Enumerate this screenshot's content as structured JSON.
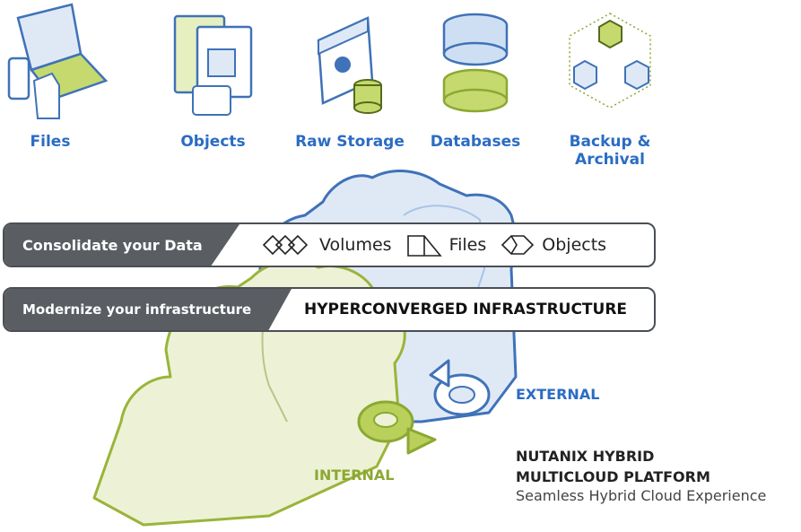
{
  "icons": [
    {
      "label": "Files",
      "icon": "laptop-files-icon"
    },
    {
      "label": "Objects",
      "icon": "window-objects-icon"
    },
    {
      "label": "Raw Storage",
      "icon": "raw-storage-icon"
    },
    {
      "label": "Databases",
      "icon": "database-icon"
    },
    {
      "label": "Backup &\nArchival",
      "icon": "backup-cubes-icon"
    }
  ],
  "consolidate": {
    "label": "Consolidate your Data",
    "items": [
      {
        "label": "Volumes",
        "icon": "volumes-icon"
      },
      {
        "label": "Files",
        "icon": "files-icon"
      },
      {
        "label": "Objects",
        "icon": "objects-icon"
      }
    ]
  },
  "modernize": {
    "label": "Modernize your infrastructure",
    "value": "HYPERCONVERGED INFRASTRUCTURE"
  },
  "external_label": "EXTERNAL",
  "internal_label": "INTERNAL",
  "platform": {
    "title_line1": "NUTANIX HYBRID",
    "title_line2": "MULTICLOUD PLATFORM",
    "subtitle": "Seamless Hybrid Cloud Experience"
  },
  "colors": {
    "blue": "#2b6cc4",
    "green": "#8ca832",
    "dark_gray": "#5a5e63"
  }
}
